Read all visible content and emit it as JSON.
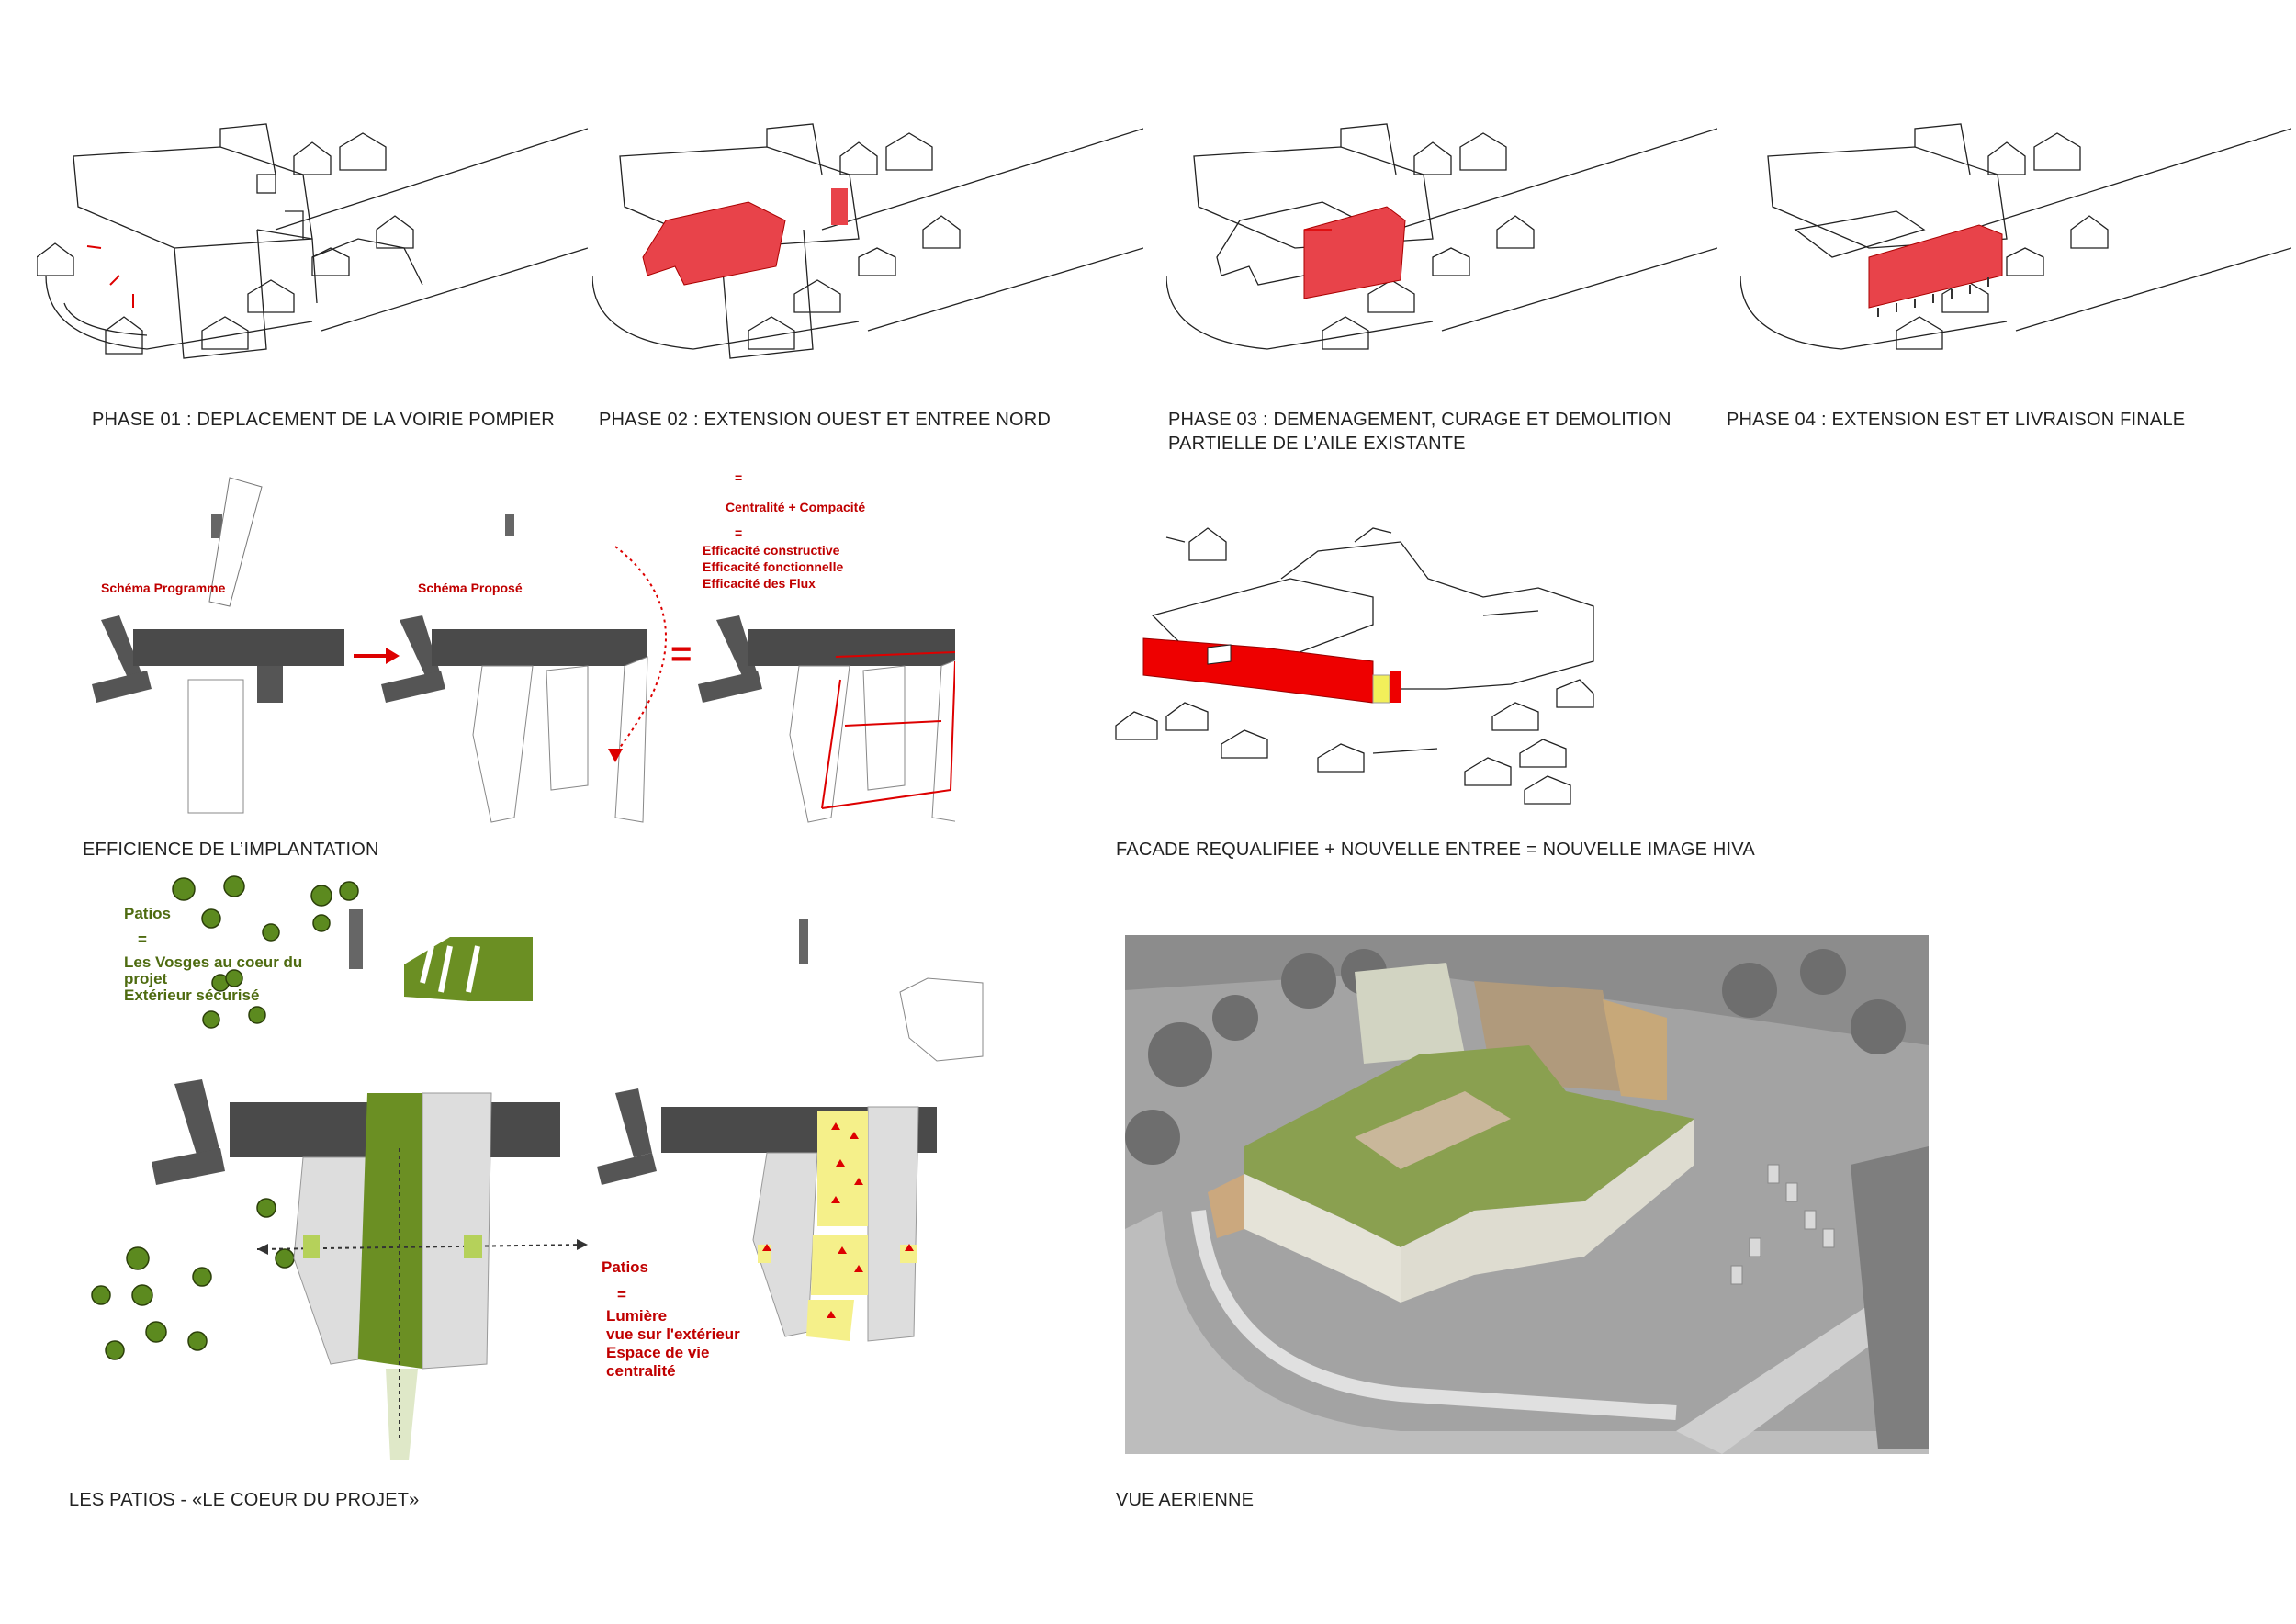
{
  "phases": [
    {
      "caption": "PHASE 01 : DEPLACEMENT DE LA VOIRIE POMPIER"
    },
    {
      "caption": "PHASE 02 : EXTENSION OUEST ET ENTREE NORD"
    },
    {
      "caption_l1": "PHASE 03  : DEMENAGEMENT, CURAGE ET DEMOLITION",
      "caption_l2": "PARTIELLE DE L’AILE EXISTANTE"
    },
    {
      "caption": "PHASE 04  : EXTENSION EST ET LIVRAISON FINALE"
    }
  ],
  "efficience": {
    "caption": "EFFICIENCE DE L’IMPLANTATION",
    "schema_programme": "Schéma Programme",
    "schema_propose": "Schéma Proposé",
    "equals_sign": "=",
    "eq1": "=",
    "centralite": "Centralité + Compacité",
    "eq2": "=",
    "eff1": "Efficacité constructive",
    "eff2": "Efficacité fonctionnelle",
    "eff3": "Efficacité des Flux"
  },
  "facade": {
    "caption": "FACADE REQUALIFIEE + NOUVELLE ENTREE = NOUVELLE IMAGE HIVA"
  },
  "patios": {
    "caption": "LES PATIOS - «LE COEUR DU PROJET»",
    "g_title": "Patios",
    "g_eq": "=",
    "g_l1": "Les Vosges au coeur du",
    "g_l2": "projet",
    "g_l3": "Extérieur sécurisé",
    "r_title": "Patios",
    "r_eq": "=",
    "r_l1": "Lumière",
    "r_l2": "vue sur l'extérieur",
    "r_l3": "Espace de vie",
    "r_l4": "centralité"
  },
  "aerial": {
    "caption": "VUE AERIENNE"
  },
  "colors": {
    "accent_red": "#e8434a",
    "label_red": "#c00000",
    "green": "#6b8f23",
    "yellow": "#f5f08a",
    "dark_roof": "#555555"
  }
}
